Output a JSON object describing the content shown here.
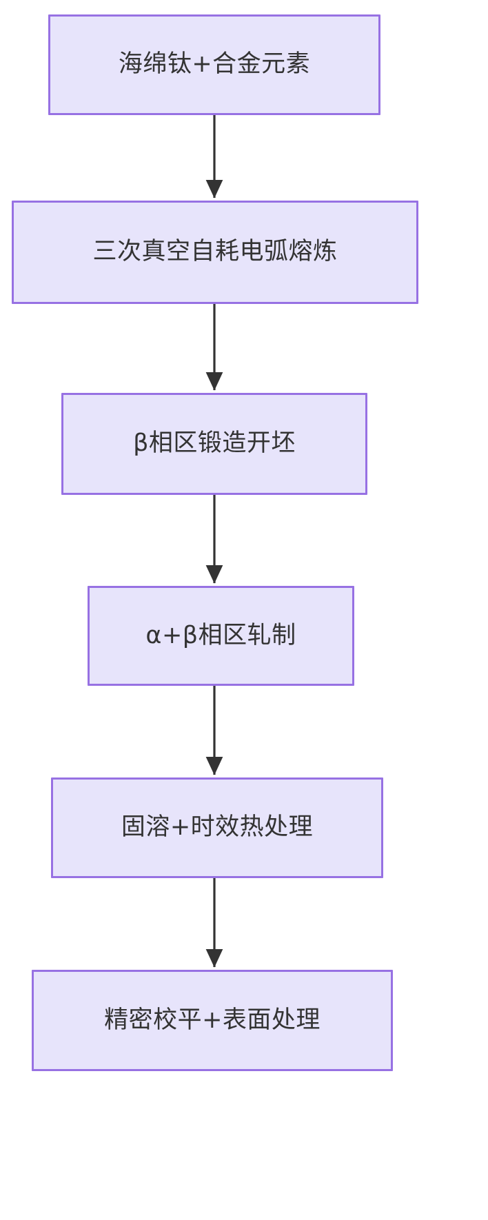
{
  "diagram": {
    "title": "",
    "type": "flowchart",
    "orientation": "top-to-bottom",
    "colors": {
      "node_fill": "#e7e4fb",
      "node_border": "#9771e3",
      "node_text": "#333333",
      "edge_stroke": "#333333",
      "background": "#ffffff"
    },
    "nodes": [
      {
        "id": "n1",
        "label": "海绵钛+合金元素"
      },
      {
        "id": "n2",
        "label": "三次真空自耗电弧熔炼"
      },
      {
        "id": "n3",
        "label": "β相区锻造开坯"
      },
      {
        "id": "n4",
        "label": "α+β相区轧制"
      },
      {
        "id": "n5",
        "label": "固溶+时效热处理"
      },
      {
        "id": "n6",
        "label": "精密校平+表面处理"
      }
    ],
    "edges": [
      {
        "from": "n1",
        "to": "n2",
        "label": ""
      },
      {
        "from": "n2",
        "to": "n3",
        "label": ""
      },
      {
        "from": "n3",
        "to": "n4",
        "label": ""
      },
      {
        "from": "n4",
        "to": "n5",
        "label": ""
      },
      {
        "from": "n5",
        "to": "n6",
        "label": ""
      }
    ]
  }
}
